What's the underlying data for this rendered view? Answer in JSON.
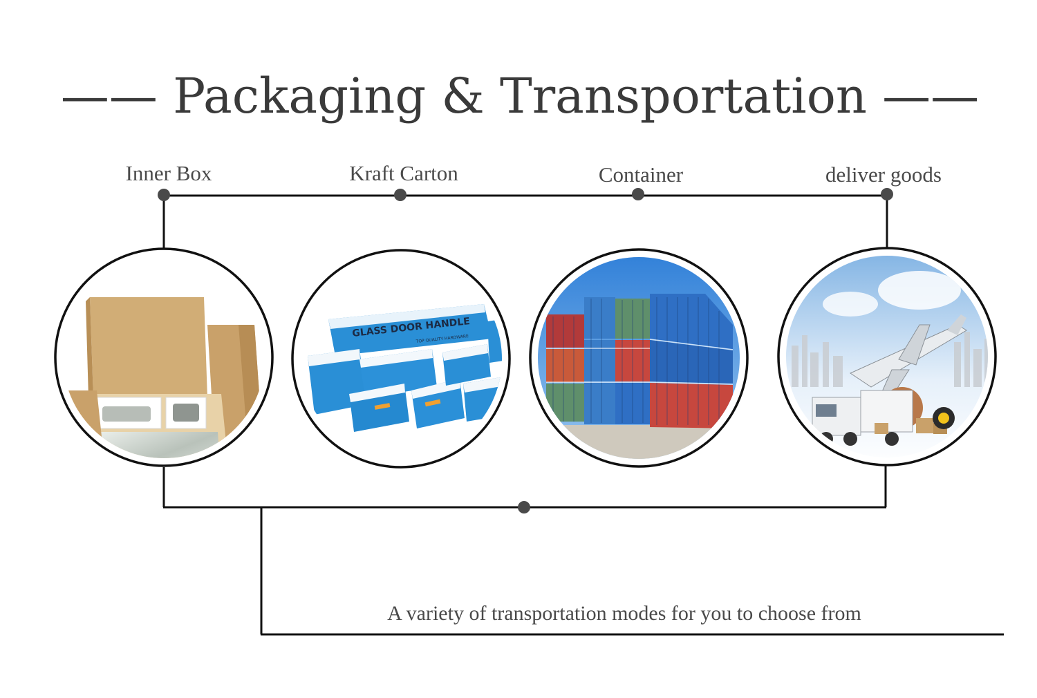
{
  "title": "—— Packaging & Transportation ——",
  "stages": [
    {
      "label": "Inner Box",
      "image": "opened-kraft-inner-box-with-hardware"
    },
    {
      "label": "Kraft Carton",
      "image": "glass-door-handle-blue-cartons"
    },
    {
      "label": "Container",
      "image": "stacked-shipping-containers"
    },
    {
      "label": "deliver goods",
      "image": "airplane-truck-globe-logistics"
    }
  ],
  "caption": "A variety of transportation modes for you to choose from",
  "carton_print": {
    "main": "GLASS DOOR HANDLE",
    "sub": "TOP QUALITY HARDWARE"
  },
  "colors": {
    "line": "#111111",
    "dot": "#4a4a4a",
    "text": "#3f3f3f",
    "kraft": "#d1ad76",
    "carton_blue": "#2a8fd6",
    "container_red": "#c7473e",
    "container_blue": "#2f6fc4",
    "container_green": "#5f8f6b",
    "sky": "#3d8fe0"
  }
}
